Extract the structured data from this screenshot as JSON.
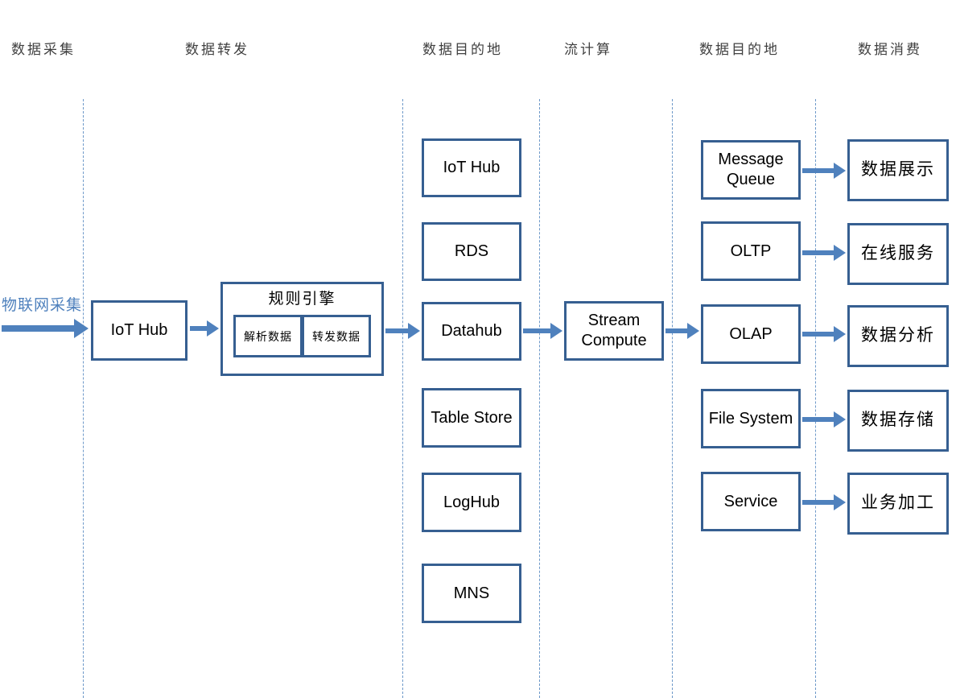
{
  "lanes": [
    {
      "label": "数据采集"
    },
    {
      "label": "数据转发"
    },
    {
      "label": "数据目的地"
    },
    {
      "label": "流计算"
    },
    {
      "label": "数据目的地"
    },
    {
      "label": "数据消费"
    }
  ],
  "flow": {
    "source_label": "物联网采集",
    "collect_hub": "IoT Hub",
    "rule_engine": {
      "title": "规则引擎",
      "children": [
        "解析数据",
        "转发数据"
      ]
    },
    "destinations_first": [
      "IoT Hub",
      "RDS",
      "Datahub",
      "Table Store",
      "LogHub",
      "MNS"
    ],
    "stream_compute": "Stream Compute",
    "destinations_second": [
      "Message Queue",
      "OLTP",
      "OLAP",
      "File System",
      "Service"
    ],
    "consumers": [
      "数据展示",
      "在线服务",
      "数据分析",
      "数据存储",
      "业务加工"
    ]
  },
  "colors": {
    "border": "#365f91",
    "arrow": "#4f81bd",
    "dash": "#6e99c9",
    "source-text": "#4f81bd",
    "header-text": "#404040"
  }
}
